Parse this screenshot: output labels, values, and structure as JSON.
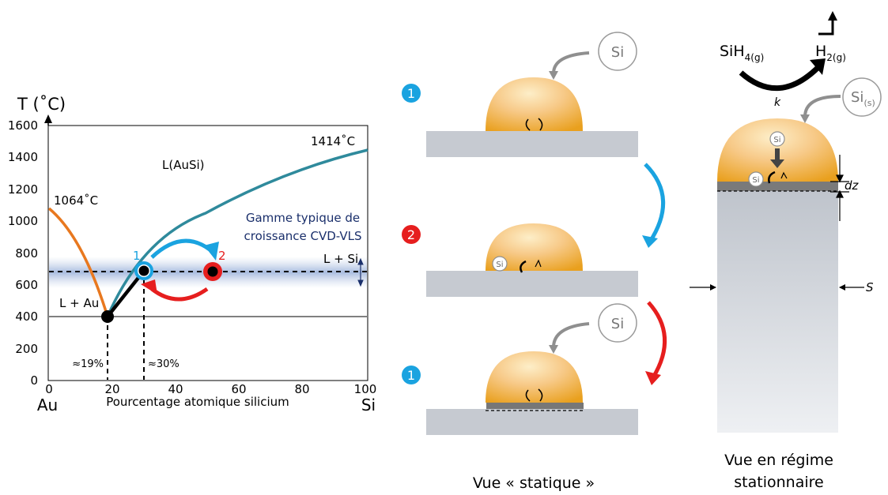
{
  "phase_diagram": {
    "y_title": "T (˚C)",
    "x_title": "Pourcentage atomique silicium",
    "x_left_element": "Au",
    "x_right_element": "Si",
    "y_ticks": [
      "0",
      "200",
      "400",
      "600",
      "800",
      "1000",
      "1200",
      "1400",
      "1600"
    ],
    "x_ticks": [
      "0",
      "20",
      "40",
      "60",
      "80",
      "100"
    ],
    "label_au_melt": "1064˚C",
    "label_si_melt": "1414˚C",
    "label_liquid": "L(AuSi)",
    "label_l_au": "L + Au",
    "label_l_si": "L + Si",
    "range_line1": "Gamme typique de",
    "range_line2": "croissance CVD-VLS",
    "eutectic_comp": "≈19%",
    "growth_comp": "≈30%",
    "point1": "1",
    "point2": "2",
    "colors": {
      "au_liquidus": "#e8781f",
      "si_liquidus": "#2f8a9c",
      "range_text": "#1a2f6b",
      "state1": "#1aa3e0",
      "state2": "#e61e1e"
    }
  },
  "static_view": {
    "caption": "Vue « statique »",
    "step1_badge": "1",
    "step2_badge": "2",
    "step3_badge": "1",
    "si_bubble": "Si",
    "si_small": "Si"
  },
  "steady_view": {
    "caption_line1": "Vue en régime",
    "caption_line2": "stationnaire",
    "precursor": "SiH",
    "precursor_sub": "4(g)",
    "product": "H",
    "product_sub": "2(g)",
    "rate": "k",
    "si_source": "Si",
    "si_source_sub": "(s)",
    "si_small": "Si",
    "dz": "dz",
    "s": "S"
  }
}
